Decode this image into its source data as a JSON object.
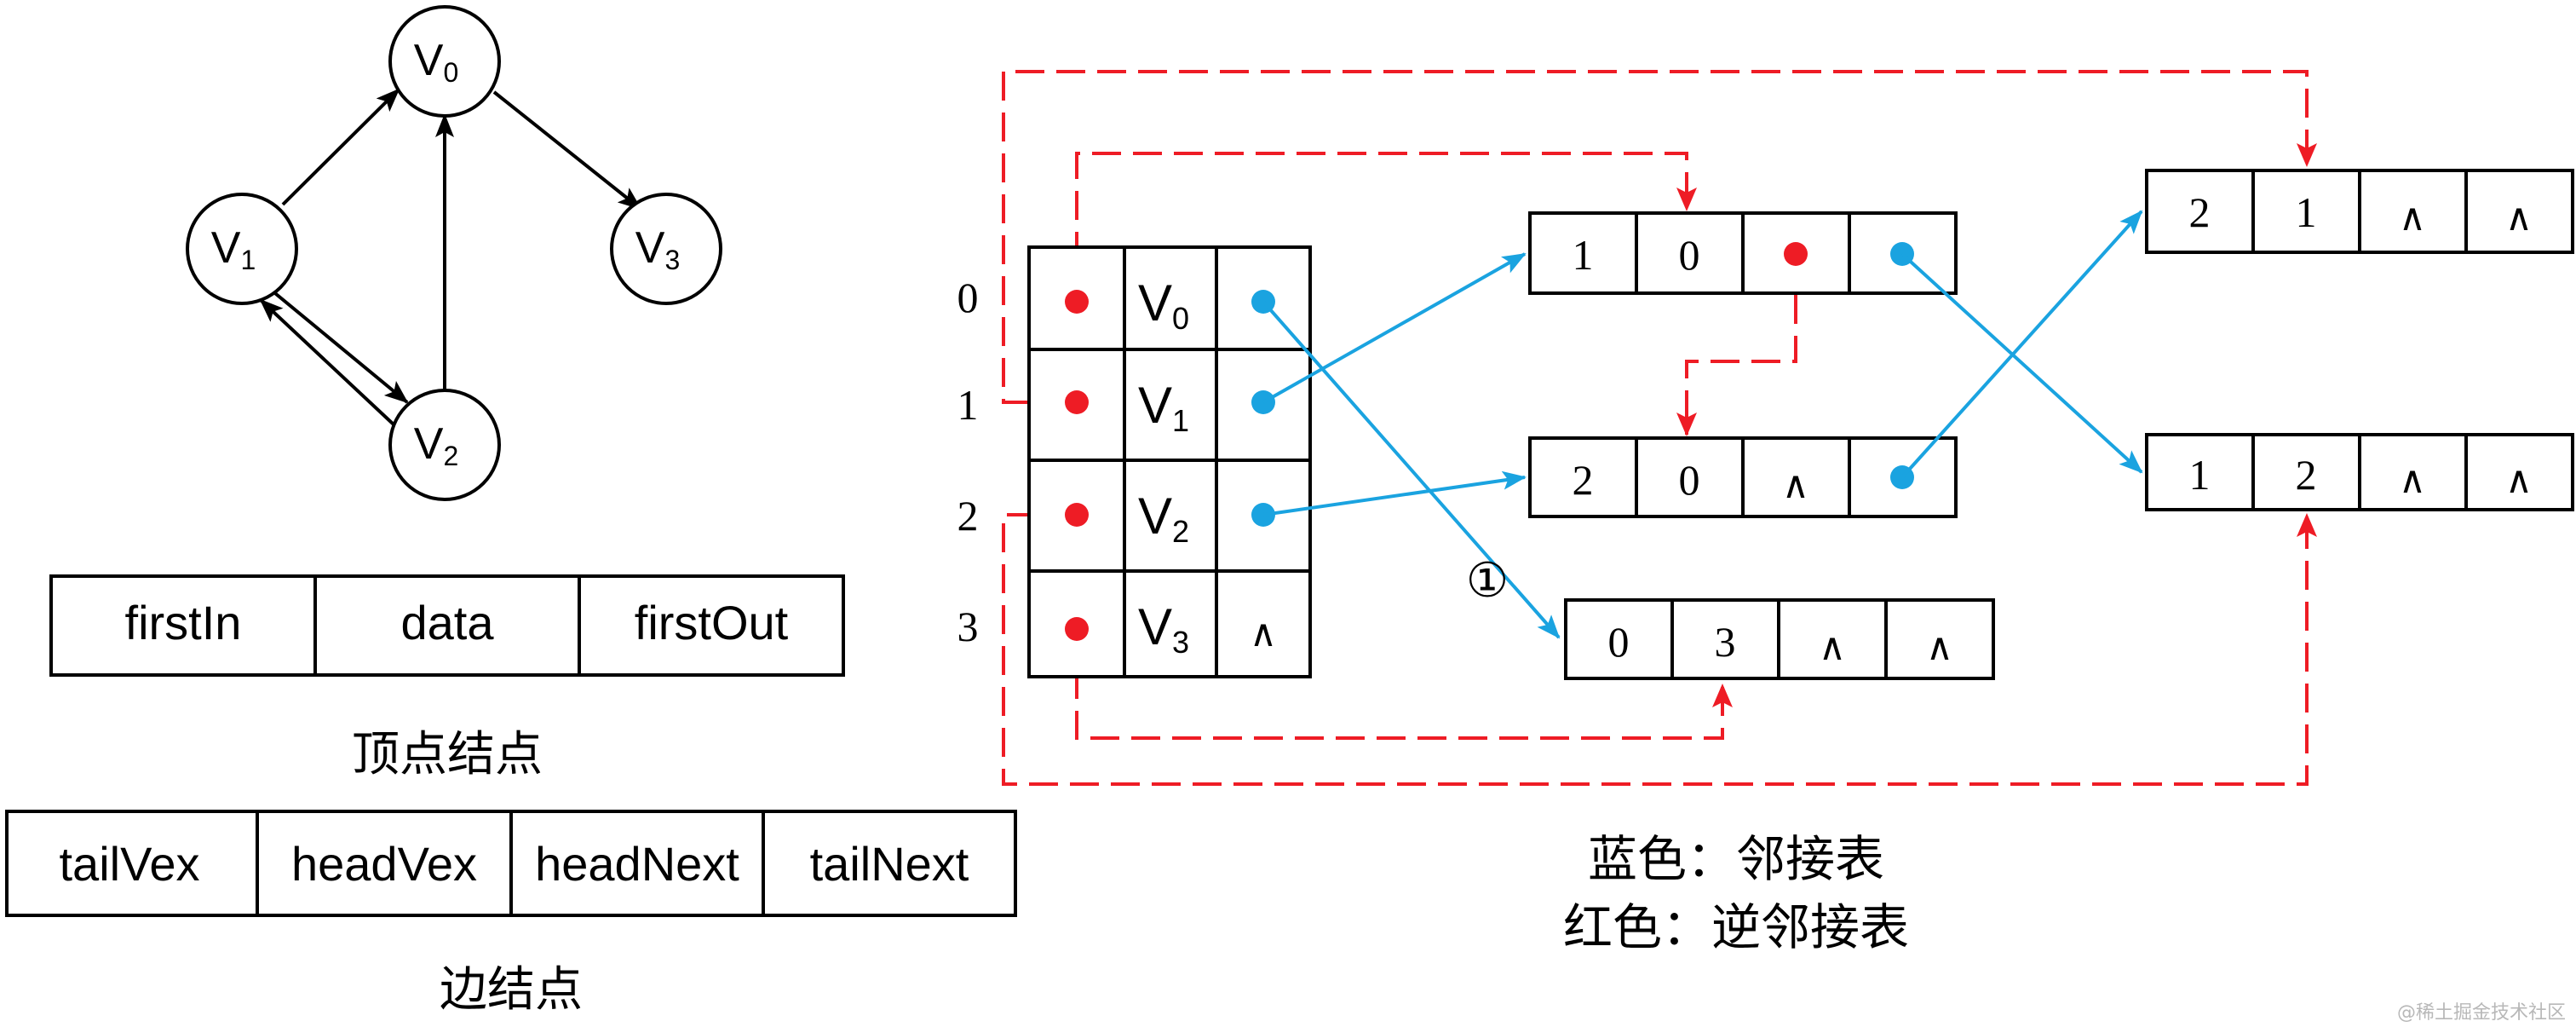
{
  "colors": {
    "blue": "#1aa3e0",
    "red": "#ee1c25",
    "line": "#000000"
  },
  "graph": {
    "nodes": [
      {
        "label": "V",
        "sub": "0"
      },
      {
        "label": "V",
        "sub": "1"
      },
      {
        "label": "V",
        "sub": "2"
      },
      {
        "label": "V",
        "sub": "3"
      }
    ]
  },
  "vertex_node": {
    "fields": [
      "firstIn",
      "data",
      "firstOut"
    ],
    "caption": "顶点结点"
  },
  "edge_node": {
    "fields": [
      "tailVex",
      "headVex",
      "headNext",
      "tailNext"
    ],
    "caption": "边结点"
  },
  "vertex_table": {
    "indices": [
      "0",
      "1",
      "2",
      "3"
    ],
    "data": [
      {
        "label": "V",
        "sub": "0"
      },
      {
        "label": "V",
        "sub": "1"
      },
      {
        "label": "V",
        "sub": "2"
      },
      {
        "label": "V",
        "sub": "3"
      }
    ],
    "null_symbol": "∧"
  },
  "edge_records": [
    {
      "cells": [
        "1",
        "0",
        "",
        ""
      ]
    },
    {
      "cells": [
        "2",
        "0",
        "∧",
        ""
      ]
    },
    {
      "cells": [
        "0",
        "3",
        "∧",
        "∧"
      ]
    },
    {
      "cells": [
        "2",
        "1",
        "∧",
        "∧"
      ]
    },
    {
      "cells": [
        "1",
        "2",
        "∧",
        "∧"
      ]
    }
  ],
  "marker": "①",
  "legend": {
    "blue": "蓝色：邻接表",
    "red": "红色：逆邻接表"
  },
  "watermark": "@稀土掘金技术社区"
}
